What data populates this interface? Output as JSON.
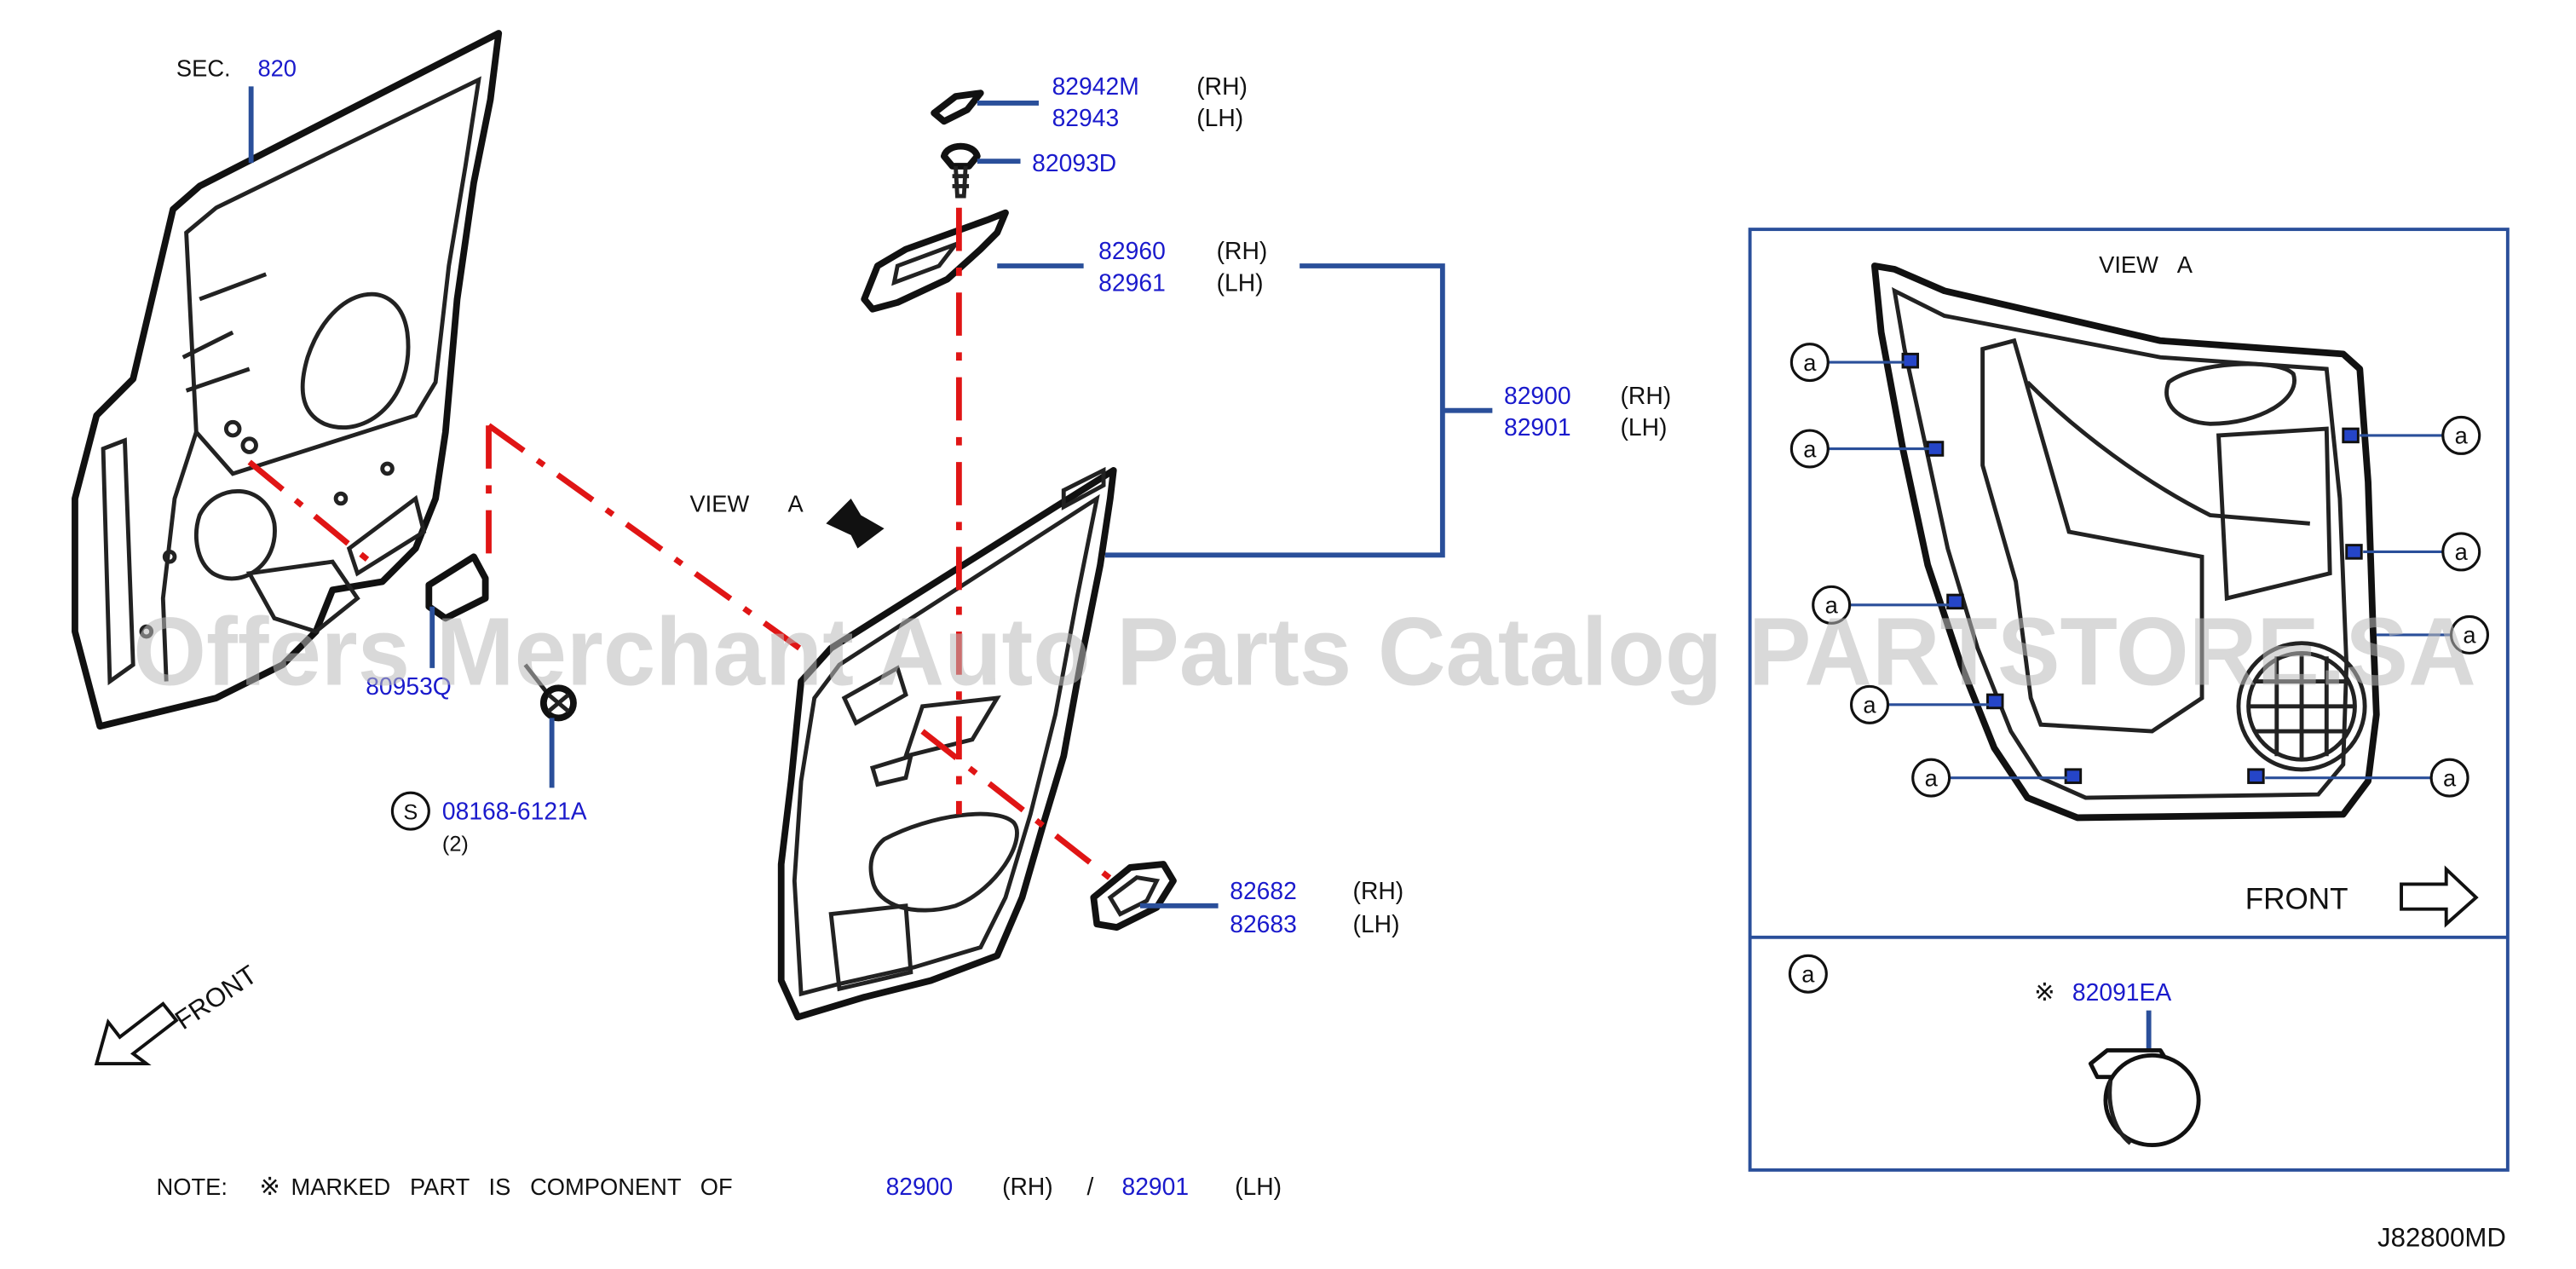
{
  "diagram": {
    "section_ref": {
      "prefix": "SEC.",
      "number": "820"
    },
    "view_label": {
      "word": "VIEW",
      "letter": "A"
    },
    "front_label": "FRONT",
    "parts": {
      "trim_pad": {
        "rh": "82942M",
        "lh": "82943",
        "rh_tag": "(RH)",
        "lh_tag": "(LH)"
      },
      "clip_screw": {
        "number": "82093D"
      },
      "armrest": {
        "rh": "82960",
        "lh": "82961",
        "rh_tag": "(RH)",
        "lh_tag": "(LH)"
      },
      "door_finisher": {
        "rh": "82900",
        "lh": "82901",
        "rh_tag": "(RH)",
        "lh_tag": "(LH)"
      },
      "bracket": {
        "number": "80953Q"
      },
      "bolt": {
        "symbol": "S",
        "number": "08168-6121A",
        "qty": "(2)"
      },
      "inside_handle_escutcheon": {
        "rh": "82682",
        "lh": "82683",
        "rh_tag": "(RH)",
        "lh_tag": "(LH)"
      }
    },
    "view_a_panel": {
      "title_word": "VIEW",
      "title_letter": "A",
      "front_label": "FRONT",
      "callout": "a",
      "detail_callout": "a",
      "detail_mark": "※",
      "detail_part": "82091EA"
    },
    "note": {
      "prefix": "NOTE:",
      "mark": "※",
      "text": "MARKED   PART   IS   COMPONENT   OF",
      "rh_part": "82900",
      "rh_tag": "(RH)",
      "separator": "/",
      "lh_part": "82901",
      "lh_tag": "(LH)"
    },
    "diagram_code": "J82800MD",
    "watermark": "Offers Merchant Auto Parts Catalog PARTSTORE.SA"
  }
}
